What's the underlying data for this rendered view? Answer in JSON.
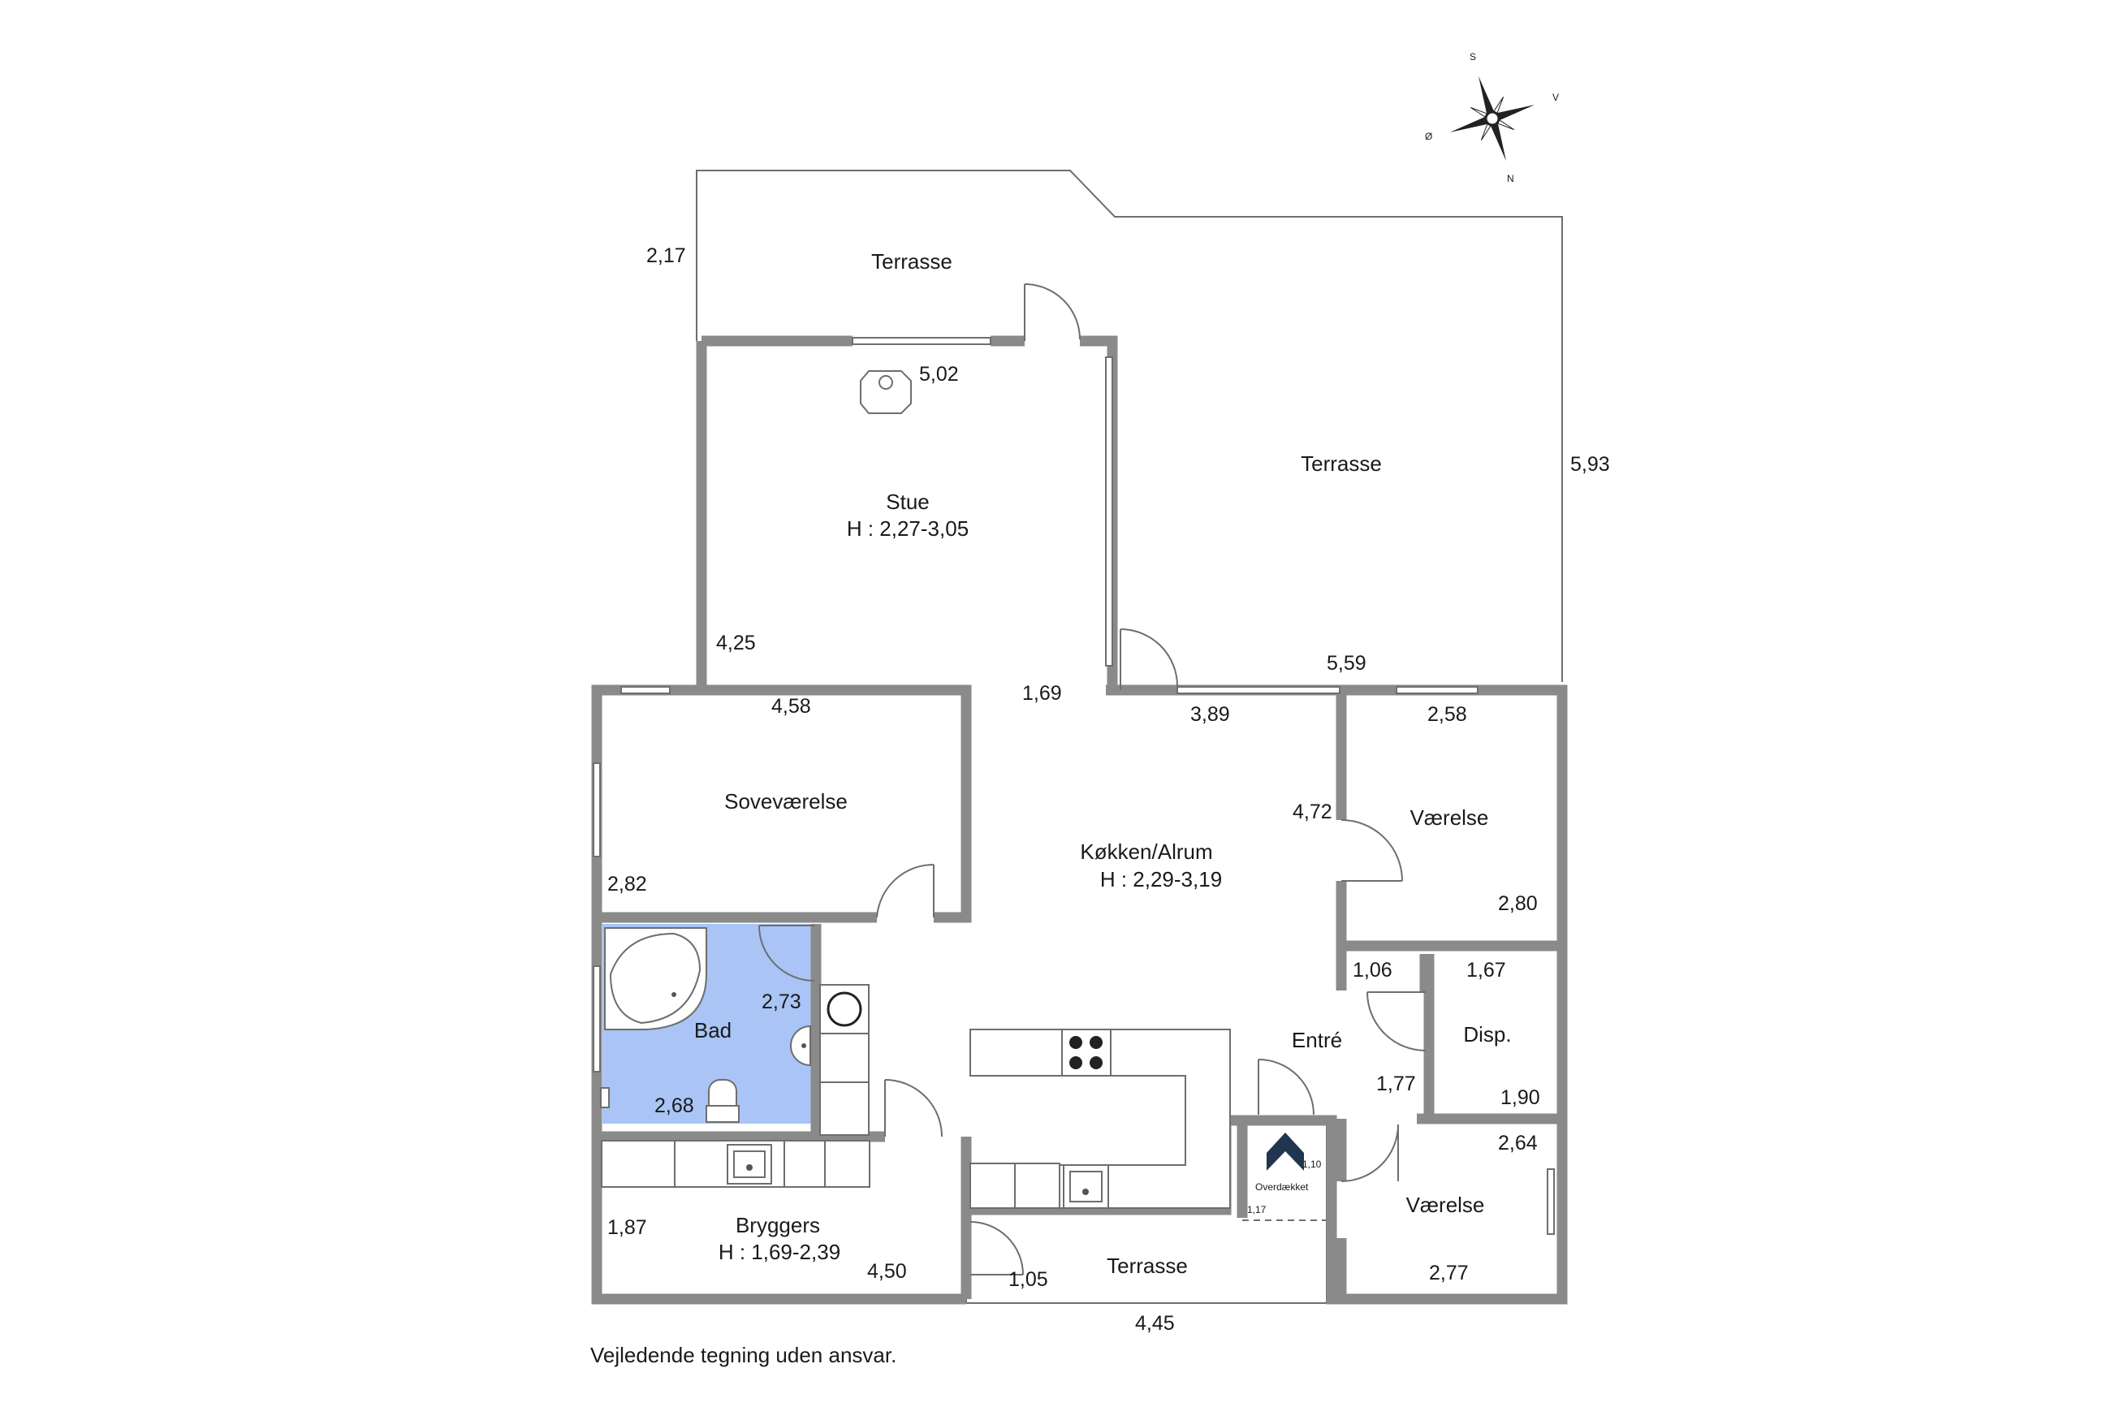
{
  "colors": {
    "wall": "#8a8a8a",
    "bathroom_fill": "#a9c4f5",
    "entry_arrow": "#1f3550",
    "text": "#1a1a1a"
  },
  "compass": {
    "north": "N",
    "south": "S",
    "east": "Ø",
    "west": "V"
  },
  "rooms": {
    "terrasse_top": "Terrasse",
    "terrasse_right": "Terrasse",
    "terrasse_bottom": "Terrasse",
    "stue": "Stue",
    "stue_height": "H : 2,27-3,05",
    "sovevaerelse": "Soveværelse",
    "kokken": "Køkken/Alrum",
    "kokken_height": "H : 2,29-3,19",
    "vaerelse_1": "Værelse",
    "vaerelse_2": "Værelse",
    "disp": "Disp.",
    "entre": "Entré",
    "bad": "Bad",
    "bryggers": "Bryggers",
    "bryggers_height": "H : 1,69-2,39",
    "overdaekket": "Overdækket"
  },
  "dimensions": {
    "d_2_17": "2,17",
    "d_5_02": "5,02",
    "d_5_93": "5,93",
    "d_4_25": "4,25",
    "d_1_69": "1,69",
    "d_5_59": "5,59",
    "d_3_89": "3,89",
    "d_2_58": "2,58",
    "d_4_58": "4,58",
    "d_4_72": "4,72",
    "d_2_82": "2,82",
    "d_2_80": "2,80",
    "d_1_06": "1,06",
    "d_1_67": "1,67",
    "d_2_73": "2,73",
    "d_1_77": "1,77",
    "d_1_90": "1,90",
    "d_2_68": "2,68",
    "d_2_64": "2,64",
    "d_1_10": "1,10",
    "d_1_17": "1,17",
    "d_1_87": "1,87",
    "d_4_50": "4,50",
    "d_1_05": "1,05",
    "d_2_77": "2,77",
    "d_4_45": "4,45"
  },
  "disclaimer": "Vejledende tegning uden ansvar."
}
